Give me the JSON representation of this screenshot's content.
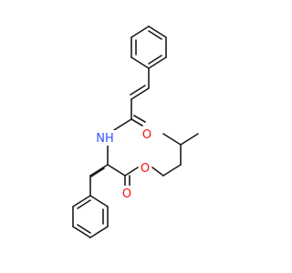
{
  "molecule": {
    "atoms": [
      {
        "id": "N1",
        "symbol": "NH",
        "color": "#3050f8"
      },
      {
        "id": "O1",
        "symbol": "O",
        "color": "#ff0d0d"
      },
      {
        "id": "O2",
        "symbol": "O",
        "color": "#ff0d0d"
      },
      {
        "id": "O3",
        "symbol": "O",
        "color": "#ff0d0d"
      }
    ],
    "bond_color": "#1a1a1a"
  }
}
